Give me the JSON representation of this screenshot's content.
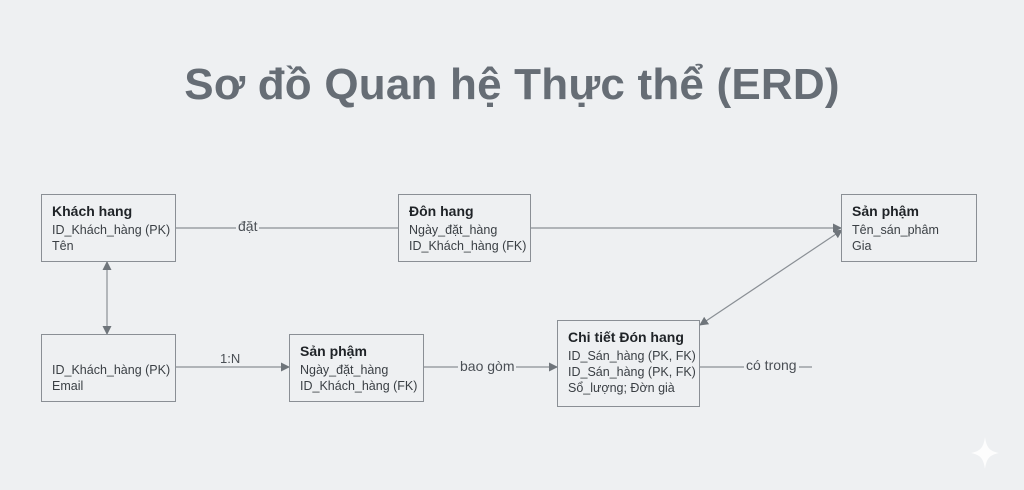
{
  "title": "Sơ đồ Quan hệ Thực thể (ERD)",
  "entities": {
    "khach_hang": {
      "name": "Khách hang",
      "attributes": [
        "ID_Khách_hàng (PK)",
        "Tên"
      ]
    },
    "don_hang": {
      "name": "Đôn hang",
      "attributes": [
        "Ngày_đặt_hàng",
        "ID_Khách_hàng (FK)"
      ]
    },
    "san_pham_top": {
      "name": "Sản phậm",
      "attributes": [
        "Tên_sán_phâm",
        "Gia"
      ]
    },
    "khach_hang_2": {
      "name": "",
      "attributes": [
        "ID_Khách_hàng (PK)",
        "Email"
      ]
    },
    "san_pham_mid": {
      "name": "Sản phậm",
      "attributes": [
        "Ngày_đặt_hàng",
        "ID_Khách_hàng (FK)"
      ]
    },
    "chi_tiet": {
      "name": "Chi tiết Đón hang",
      "attributes": [
        "ID_Sán_hàng (PK, FK)",
        "ID_Sán_hàng (PK, FK)",
        "Sổ_lượng; Đờn già"
      ]
    }
  },
  "relationships": {
    "dat": "đặt",
    "one_to_n": "1:N",
    "bao_gom": "bao gòm",
    "co_trong": "có trong"
  },
  "colors": {
    "background": "#eef0f2",
    "title": "#666d75",
    "border": "#8a8f95",
    "line": "#8a8f95"
  },
  "icons": [
    "sparkle-icon"
  ]
}
